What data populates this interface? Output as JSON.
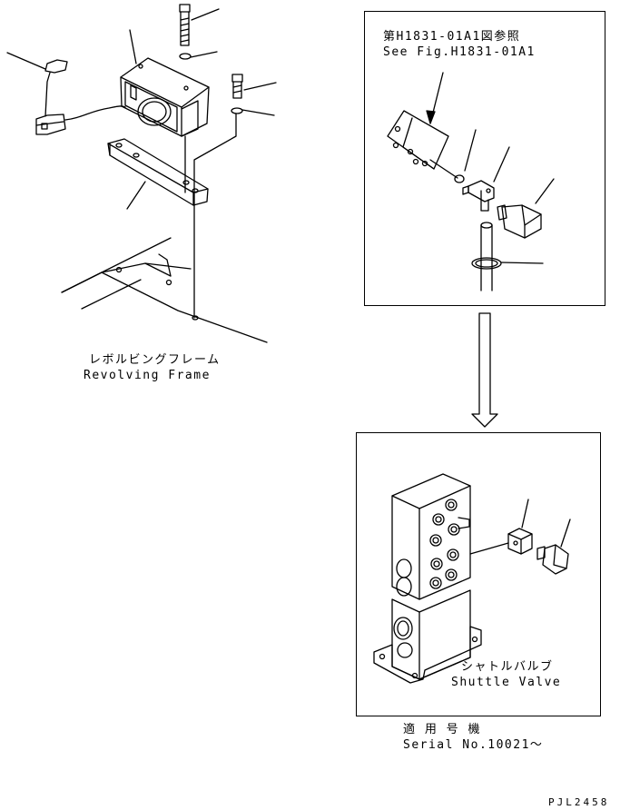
{
  "revolving_frame": {
    "label_jp": "レボルビングフレーム",
    "label_en": "Revolving Frame"
  },
  "detail_box": {
    "ref_jp": "第H1831-01A1図参照",
    "ref_en": "See Fig.H1831-01A1"
  },
  "shuttle_valve_box": {
    "label_jp": "シャトルバルブ",
    "label_en": "Shuttle Valve"
  },
  "serial": {
    "label_jp": "適 用 号 機",
    "label_en": "Serial No.10021〜"
  },
  "drawing_code": "PJL2458"
}
